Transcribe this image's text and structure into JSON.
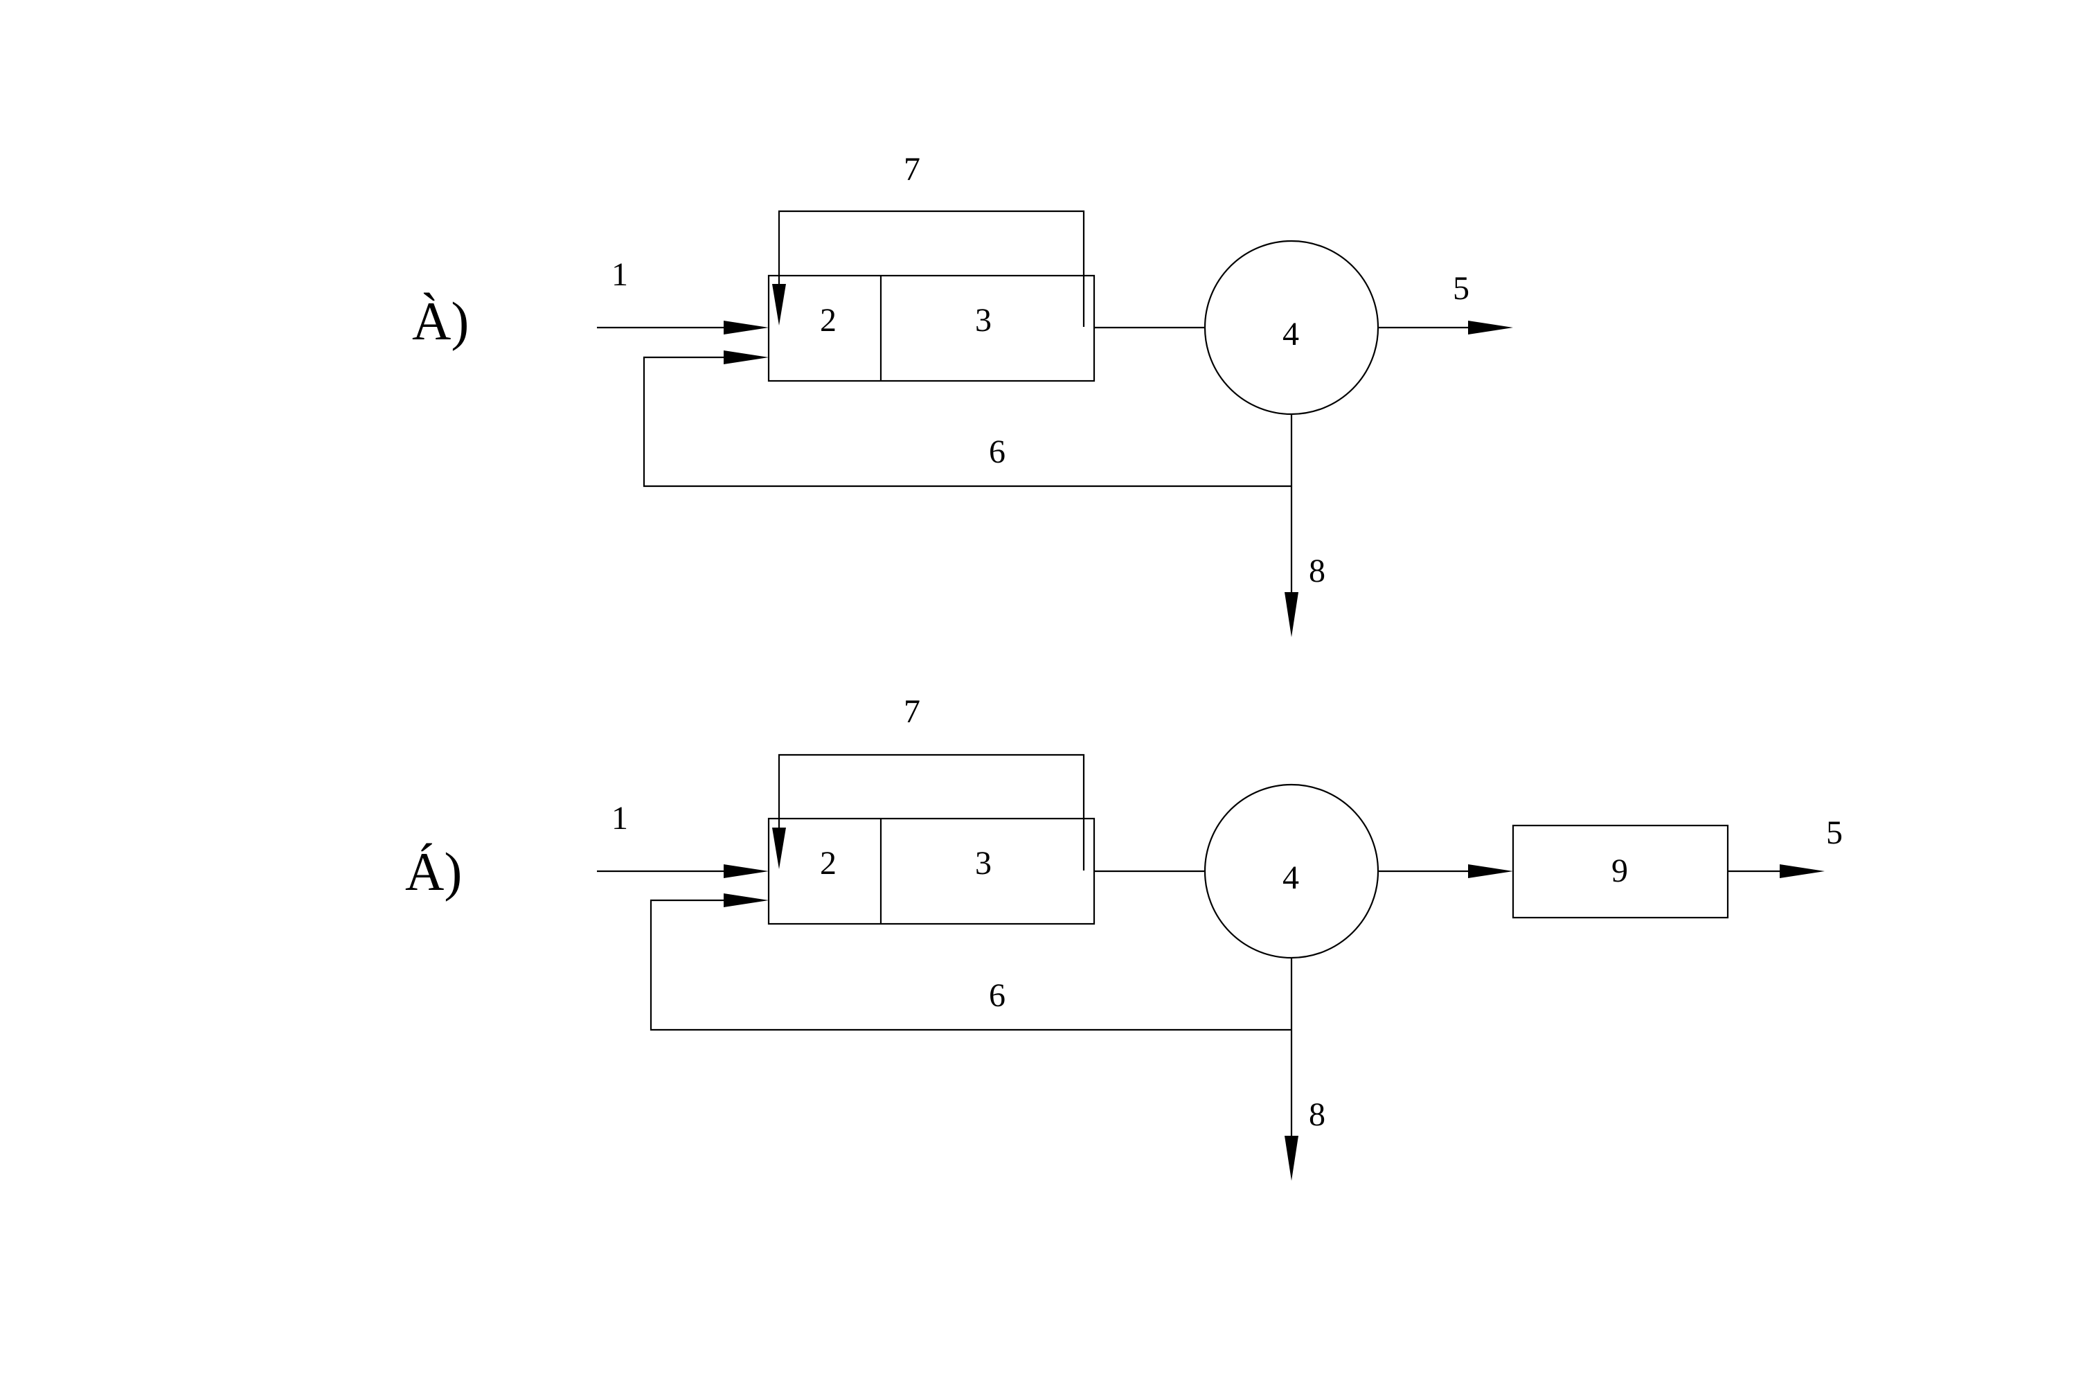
{
  "panels": [
    {
      "label": "À)",
      "stream_labels": {
        "s1": "1",
        "s5": "5",
        "s6": "6",
        "s7": "7",
        "s8": "8"
      },
      "unit_labels": {
        "u2": "2",
        "u3": "3",
        "u4": "4"
      }
    },
    {
      "label": "Á)",
      "stream_labels": {
        "s1": "1",
        "s5": "5",
        "s6": "6",
        "s7": "7",
        "s8": "8"
      },
      "unit_labels": {
        "u2": "2",
        "u3": "3",
        "u4": "4",
        "u9": "9"
      }
    }
  ]
}
